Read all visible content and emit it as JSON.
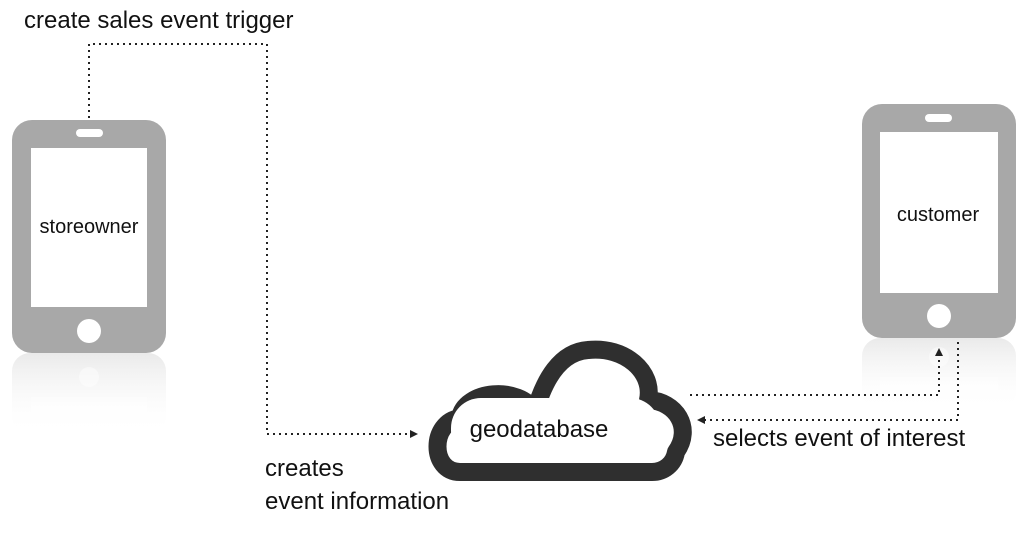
{
  "labels": {
    "top_trigger": "create sales event trigger",
    "storeowner": "storeowner",
    "customer": "customer",
    "database": "geodatabase",
    "creates_line1": "creates",
    "creates_line2": "event information",
    "selects": "selects event of interest"
  },
  "icons": {
    "left_device": "phone-icon",
    "right_device": "phone-icon",
    "database": "cloud-icon"
  },
  "colors": {
    "phone_fill": "#a8a8a8",
    "phone_screen": "#ffffff",
    "cloud_stroke": "#2f2f2f",
    "line": "#222222"
  }
}
